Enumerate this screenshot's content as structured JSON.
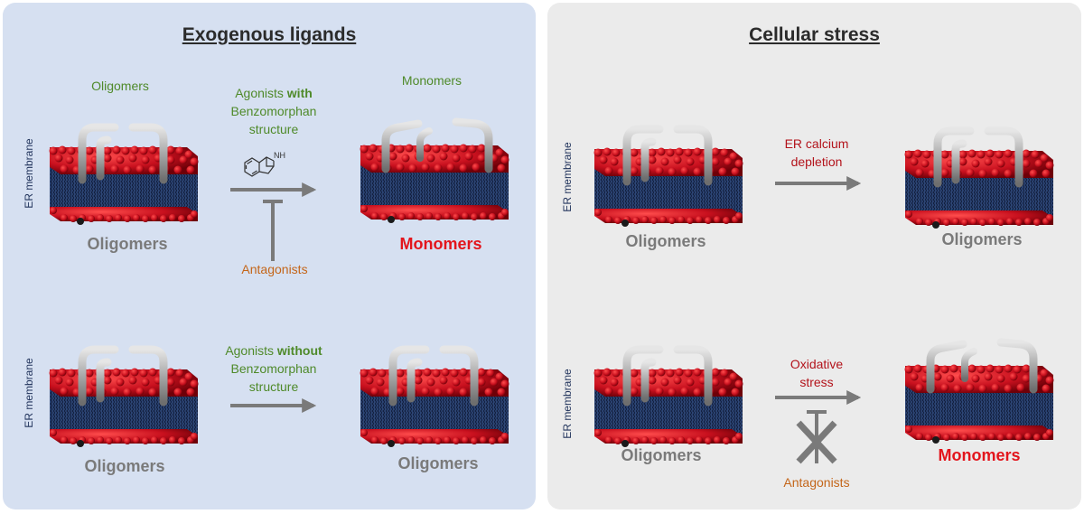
{
  "panels": {
    "left": {
      "title": "Exogenous ligands",
      "top_labels": {
        "oligomers": "Oligomers",
        "monomers": "Monomers"
      },
      "row1": {
        "agonist_prefix": "Agonists ",
        "agonist_emph": "with",
        "agonist_line2": "Benzomorphan",
        "agonist_line3": "structure",
        "structure_label": "NH",
        "blocker": "Antagonists",
        "left_state": "Oligomers",
        "right_state": "Monomers"
      },
      "row2": {
        "agonist_prefix": "Agonists ",
        "agonist_emph": "without",
        "agonist_line2": "Benzomorphan",
        "agonist_line3": "structure",
        "left_state": "Oligomers",
        "right_state": "Oligomers"
      }
    },
    "right": {
      "title": "Cellular stress",
      "row1": {
        "stimulus_line1": "ER calcium",
        "stimulus_line2": "depletion",
        "left_state": "Oligomers",
        "right_state": "Oligomers"
      },
      "row2": {
        "stimulus_line1": "Oxidative",
        "stimulus_line2": "stress",
        "blocker": "Antagonists",
        "left_state": "Oligomers",
        "right_state": "Monomers"
      }
    }
  },
  "membrane_label": "ER membrane",
  "colors": {
    "lipid_head": "#c8101e",
    "lipid_tail": "#1e2f5a",
    "protein": "#9a9a9a",
    "arrow": "#7a7a7a",
    "monomer_text": "#e3151c",
    "agonist_text": "#4f8a2a",
    "stress_text": "#b3131b",
    "antagonist_text": "#c4661a",
    "left_panel_bg": "#d6e0f1",
    "right_panel_bg": "#ebebeb"
  }
}
